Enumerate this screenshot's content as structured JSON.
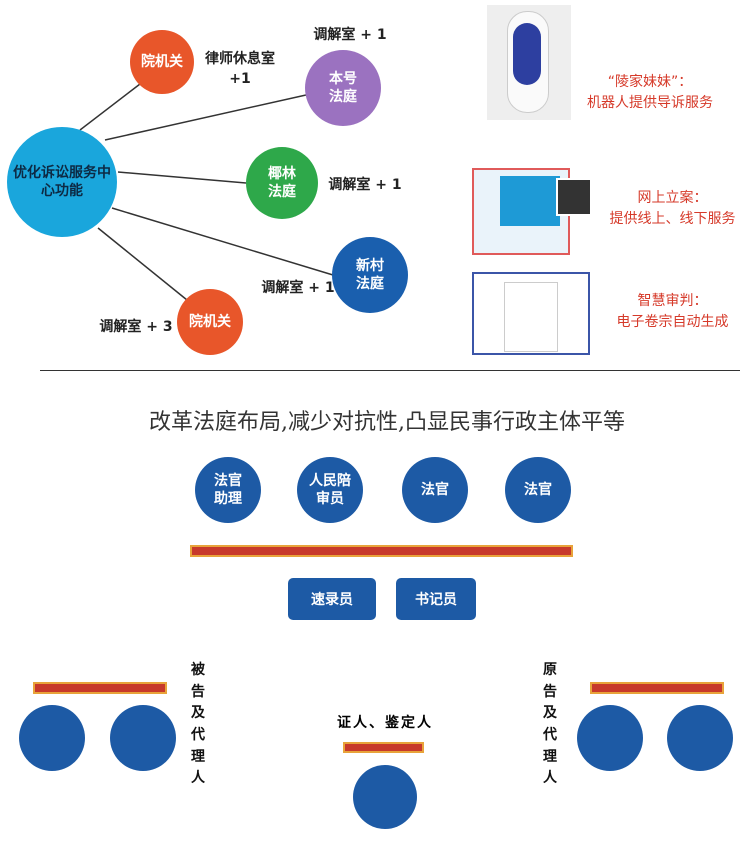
{
  "hub": {
    "center": "优化诉讼服务中心功能",
    "nodes": [
      {
        "name": "院机关",
        "note": "律师休息室 +1",
        "color": "#e8562a"
      },
      {
        "name": "本号法庭",
        "note": "调解室 + 1",
        "color": "#9b72c0"
      },
      {
        "name": "椰林法庭",
        "note": "调解室 + 1",
        "color": "#2ea84a"
      },
      {
        "name": "新村法庭",
        "note": "调解室 + 1",
        "color": "#1a5fae"
      },
      {
        "name": "院机关",
        "note": "调解室 + 3",
        "color": "#e8562a"
      }
    ],
    "center_color": "#1aa6dc"
  },
  "features": [
    {
      "title": "“陵家妹妹”：",
      "desc": "机器人提供导诉服务"
    },
    {
      "title": "网上立案：",
      "desc": "提供线上、线下服务"
    },
    {
      "title": "智慧审判：",
      "desc": "电子卷宗自动生成"
    }
  ],
  "courtroom": {
    "title": "改革法庭布局,减少对抗性,凸显民事行政主体平等",
    "bench": [
      "法官助理",
      "人民陪审员",
      "法官",
      "法官"
    ],
    "clerks": [
      "速录员",
      "书记员"
    ],
    "defendant": "被告及代理人",
    "plaintiff": "原告及代理人",
    "witness": "证人、鉴定人"
  }
}
